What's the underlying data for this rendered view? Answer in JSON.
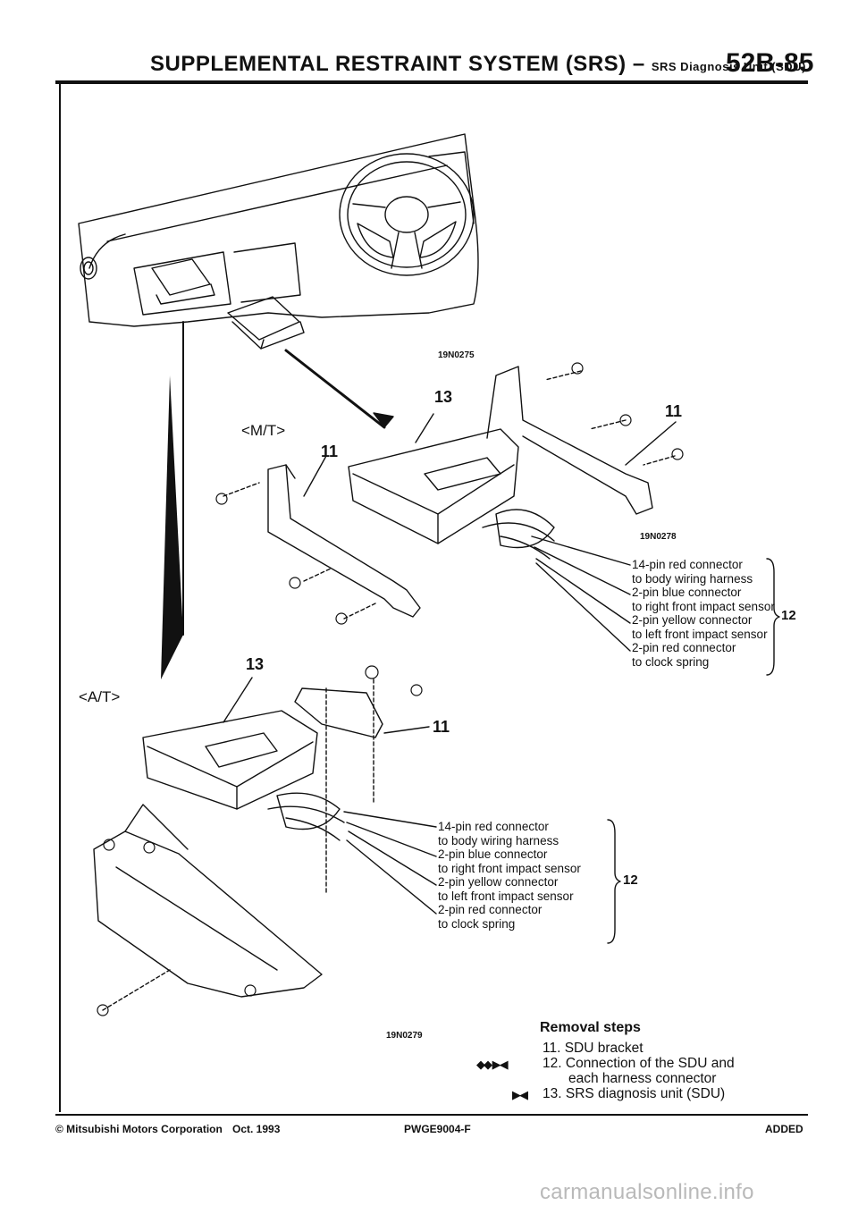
{
  "header": {
    "title": "SUPPLEMENTAL RESTRAINT SYSTEM (SRS) –",
    "subtitle": "SRS Diagnosis Unit (SDU)",
    "page": "52B-85"
  },
  "figure": {
    "codes": [
      "19N0275",
      "19N0278",
      "19N0279"
    ],
    "variants": {
      "mt": "<M/T>",
      "at": "<A/T>"
    },
    "callouts": {
      "bracket": "11",
      "connection": "12",
      "sdu": "13"
    },
    "mt_connectors": [
      "14-pin red connector",
      "to body wiring harness",
      "2-pin blue connector",
      "to right front impact sensor",
      "2-pin yellow connector",
      "to left front impact sensor",
      "2-pin red connector",
      "to clock spring"
    ],
    "at_connectors": [
      "14-pin red connector",
      "to body wiring harness",
      "2-pin blue connector",
      "to right front impact sensor",
      "2-pin yellow connector",
      "to left front impact sensor",
      "2-pin red connector",
      "to clock spring"
    ]
  },
  "removal": {
    "title": "Removal steps",
    "steps": [
      {
        "num": "11.",
        "text": "SDU bracket",
        "marks": ""
      },
      {
        "num": "12.",
        "text": "Connection of the SDU and",
        "text2": "each harness connector",
        "marks": "◆◆ ▶◀"
      },
      {
        "num": "13.",
        "text": "SRS  diagnosis unit (SDU)",
        "marks": "▶◀"
      }
    ]
  },
  "footer": {
    "copyright": "© Mitsubishi Motors Corporation",
    "date": "Oct. 1993",
    "doc": "PWGE9004-F",
    "status": "ADDED"
  },
  "watermark": "carmanualsonline.info"
}
